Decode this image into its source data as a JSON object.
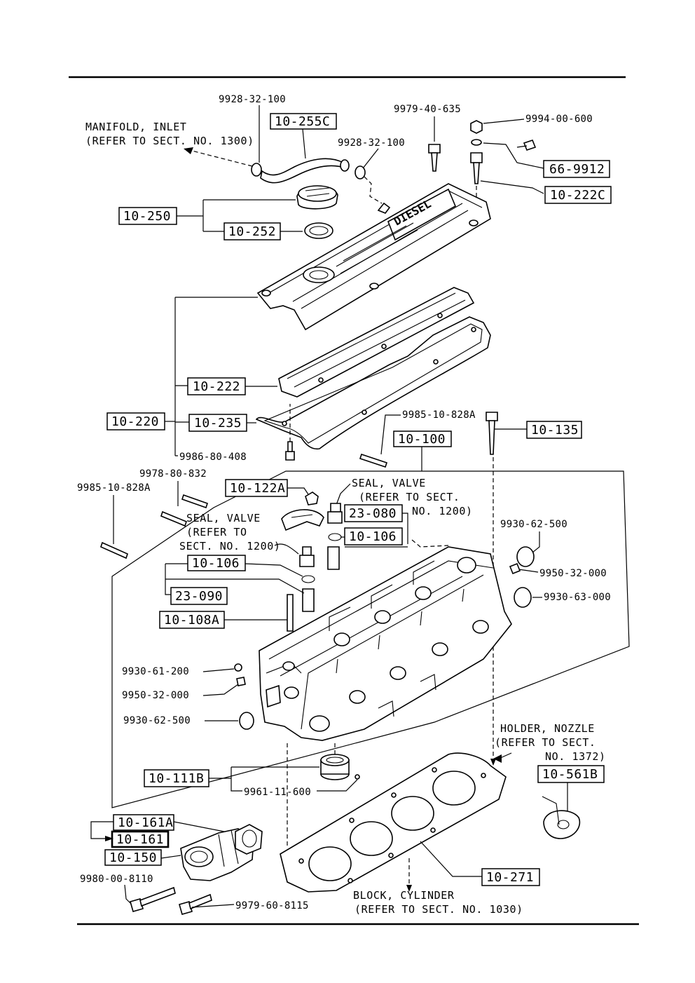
{
  "callouts": {
    "c10_255C": "10-255C",
    "c10_250": "10-250",
    "c10_252": "10-252",
    "c66_9912": "66-9912",
    "c10_222C": "10-222C",
    "c10_222": "10-222",
    "c10_220": "10-220",
    "c10_235": "10-235",
    "c10_100": "10-100",
    "c10_135": "10-135",
    "c10_122A": "10-122A",
    "c23_080": "23-080",
    "c10_106a": "10-106",
    "c10_106b": "10-106",
    "c23_090": "23-090",
    "c10_108A": "10-108A",
    "c10_111B": "10-111B",
    "c10_561B": "10-561B",
    "c10_161A": "10-161A",
    "c10_161": "10-161",
    "c10_150": "10-150",
    "c10_271": "10-271"
  },
  "parts": {
    "p9928_32_100_a": "9928-32-100",
    "p9928_32_100_b": "9928-32-100",
    "p9979_40_635": "9979-40-635",
    "p9994_00_600": "9994-00-600",
    "p9985_10_828A_a": "9985-10-828A",
    "p9986_80_408": "9986-80-408",
    "p9978_80_832": "9978-80-832",
    "p9985_10_828A_b": "9985-10-828A",
    "p9930_62_500_a": "9930-62-500",
    "p9950_32_000_a": "9950-32-000",
    "p9930_63_000": "9930-63-000",
    "p9930_61_200": "9930-61-200",
    "p9950_32_000_b": "9950-32-000",
    "p9930_62_500_b": "9930-62-500",
    "p9961_11_600": "9961-11-600",
    "p9980_00_8110": "9980-00-8110",
    "p9979_60_8115": "9979-60-8115"
  },
  "notes": {
    "manifold_1": "MANIFOLD, INLET",
    "manifold_2": "(REFER TO SECT. NO. 1300)",
    "seal_valve_r1": "SEAL, VALVE",
    "seal_valve_r2": "(REFER TO SECT.",
    "seal_valve_r3": "NO. 1200)",
    "seal_valve_l1": "SEAL, VALVE",
    "seal_valve_l2": "(REFER TO",
    "seal_valve_l3": "SECT. NO. 1200)",
    "holder_1": "HOLDER, NOZZLE",
    "holder_2": "(REFER TO SECT.",
    "holder_3": "NO. 1372)",
    "block_1": "BLOCK, CYLINDER",
    "block_2": "(REFER TO SECT. NO. 1030)"
  },
  "cover_text": "DIESEL"
}
